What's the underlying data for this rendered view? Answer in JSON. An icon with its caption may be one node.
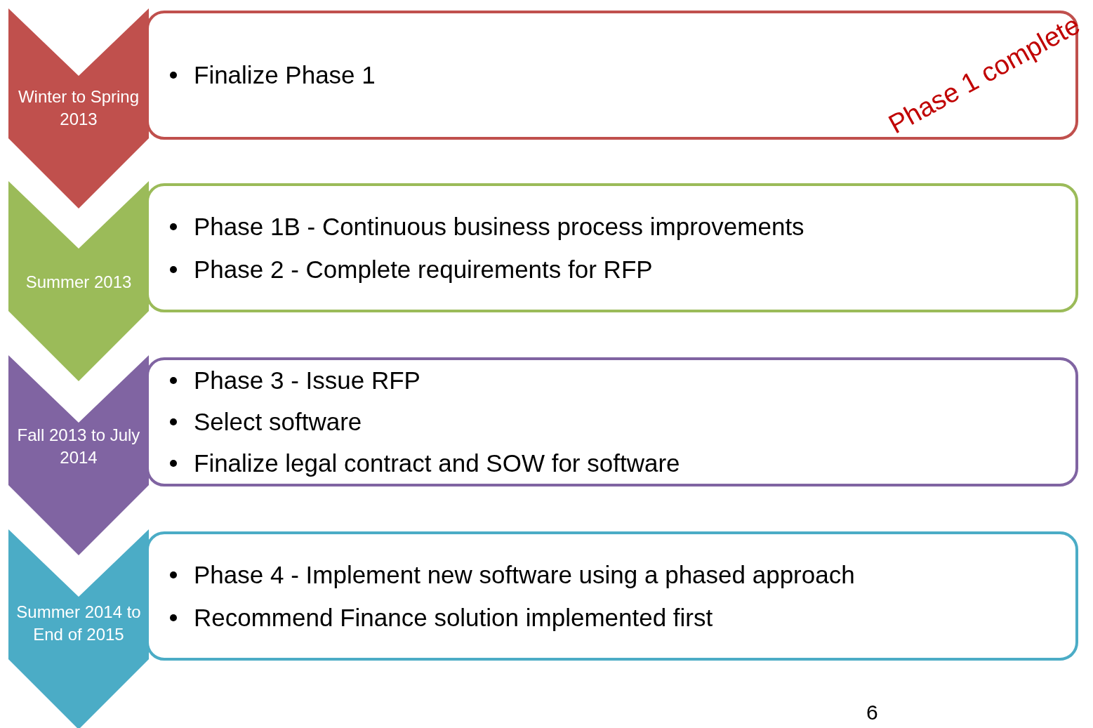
{
  "diagram": {
    "nodes": [
      {
        "text": [
          "Winter to Spring 2013"
        ]
      },
      {
        "text": [
          "Finalize Phase 1"
        ]
      },
      {
        "text": [
          "Summer 2013"
        ]
      },
      {
        "text": [
          "Phase 1B - Continuous business process improvements",
          "Phase 2 - Complete requirements for RFP"
        ]
      },
      {
        "text": [
          "Fall 2013 to July 2014"
        ]
      },
      {
        "text": [
          "Phase 3 - Issue RFP",
          "Select software",
          "Finalize legal contract and SOW for software"
        ]
      },
      {
        "text": [
          "Summer 2014 to End of 2015"
        ]
      },
      {
        "text": [
          "Phase 4 - Implement new software using a phased approach",
          "Recommend Finance solution implemented first"
        ]
      }
    ],
    "edges": [],
    "labels": [
      "Phase 1 complete",
      "6"
    ]
  }
}
